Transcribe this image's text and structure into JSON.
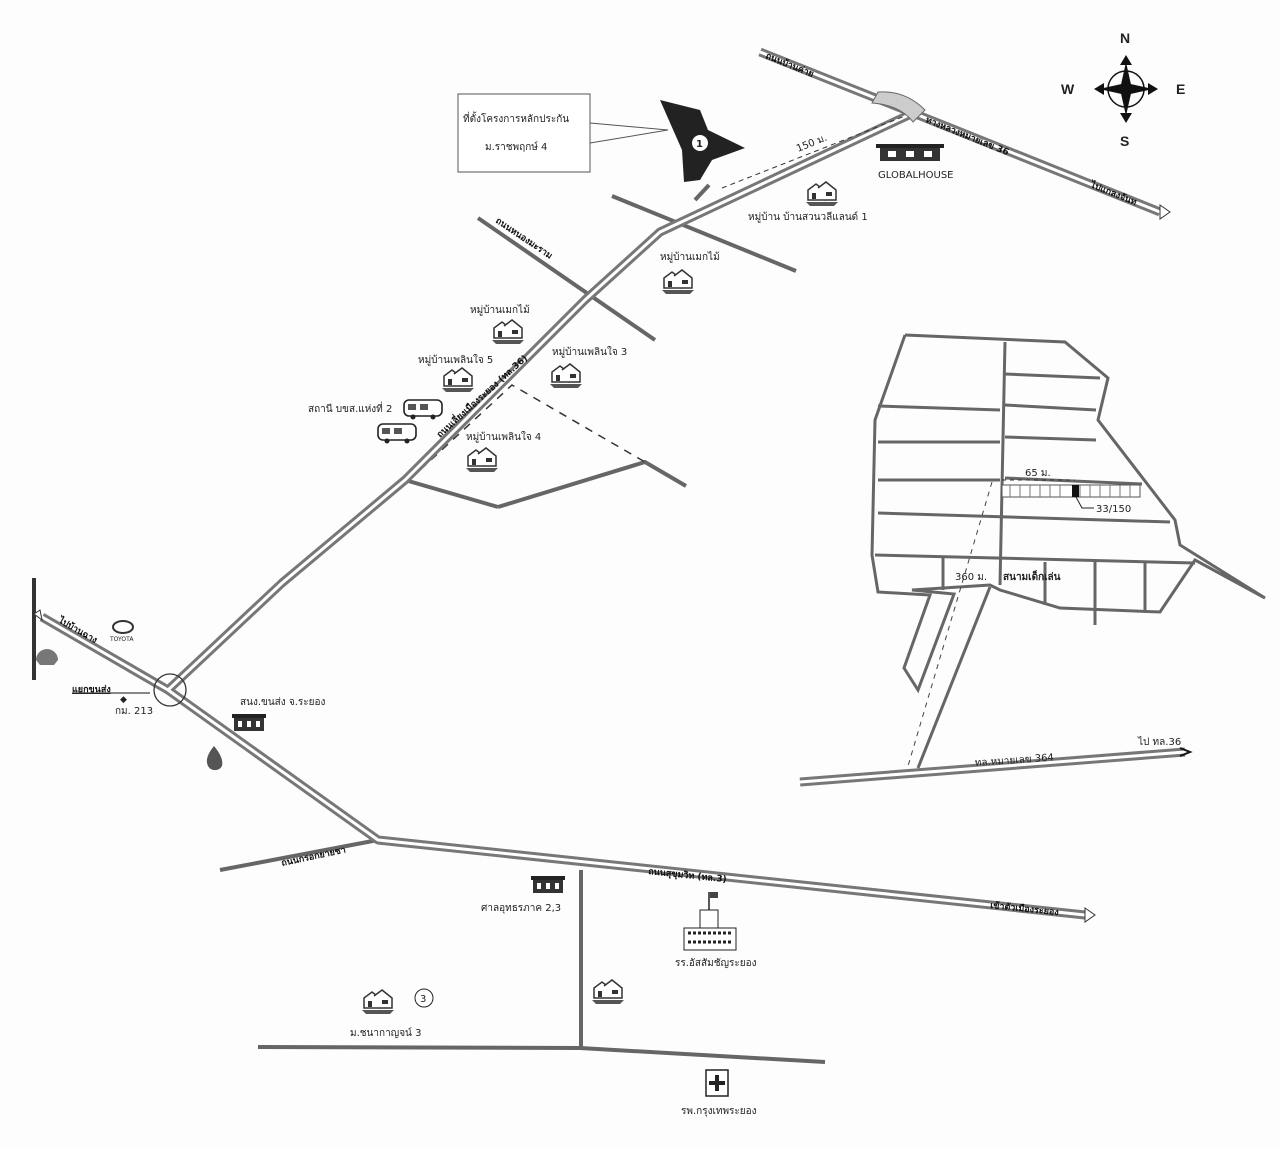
{
  "compass": {
    "n": "N",
    "s": "S",
    "e": "E",
    "w": "W"
  },
  "project": {
    "callout": "ที่ตั้งโครงการหลักประกัน",
    "name": "ม.ราชพฤกษ์ 4",
    "marker": "1"
  },
  "distances": {
    "top": "150 ม.",
    "plot_width": "65 ม.",
    "to_road": "360 ม."
  },
  "roads": {
    "top_left": "ถนนบ้านค่าย",
    "top_right": "ทางหลวงหมายเลข 36",
    "to_east": "ไปแกลงจันท",
    "side_road": "ถนนหนองมะราม",
    "bypass": "ถนนเลี่ยงเมืองระยอง (ทล.36)",
    "to_west": "ไปบ้านฉาง",
    "krok_yai_cha": "ถนนกรอกยายชา",
    "sukhumvit": "ถนนสุขุมวิท (ทล.3)",
    "to_city": "เข้าตัวเมืองระยอง",
    "hwy364": "ทล.หมายเลข 364",
    "to_hwy36": "ไป ทล.36"
  },
  "landmarks": {
    "globalhouse": "GLOBALHOUSE",
    "village_suanwili": "หมู่บ้าน บ้านสวนวลีแลนด์ 1",
    "village_maekmai_1": "หมู่บ้านเมกไม้",
    "village_maekmai_2": "หมู่บ้านเมกไม้",
    "village_ploenjai_5": "หมู่บ้านเพลินใจ 5",
    "village_ploenjai_3": "หมู่บ้านเพลินใจ 3",
    "village_ploenjai_4": "หมู่บ้านเพลินใจ 4",
    "bus_station": "สถานี บขส.แห่งที่ 2",
    "toyota": "TOYOTA",
    "junction": "แยกขนส่ง",
    "km": "กม. 213",
    "transport_office": "สนง.ขนส่ง จ.ระยอง",
    "court": "ศาลอุทธรภาค 2,3",
    "school": "รร.อัสสัมชัญระยอง",
    "village_chanakan": "ม.ชนากาญจน์ 3",
    "village_chanakan_marker": "3",
    "hospital": "รพ.กรุงเทพระยอง",
    "playground": "สนามเด็กเล่น",
    "plot": "33/150"
  }
}
